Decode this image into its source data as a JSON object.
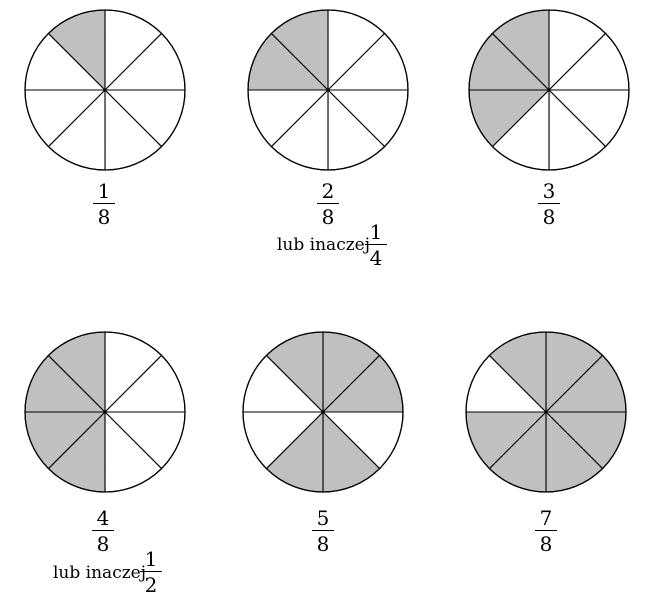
{
  "colors": {
    "shaded": "#c0c0c0",
    "unshaded": "#ffffff",
    "stroke": "#000000"
  },
  "circles": [
    {
      "id": "1-8",
      "slices": 8,
      "shaded_count": 1,
      "shaded_sectors": [
        7
      ],
      "fraction": {
        "numerator": "1",
        "denominator": "8"
      }
    },
    {
      "id": "2-8",
      "slices": 8,
      "shaded_count": 2,
      "shaded_sectors": [
        6,
        7
      ],
      "fraction": {
        "numerator": "2",
        "denominator": "8"
      },
      "alternative": {
        "text": "lub inaczej",
        "numerator": "1",
        "denominator": "4"
      }
    },
    {
      "id": "3-8",
      "slices": 8,
      "shaded_count": 3,
      "shaded_sectors": [
        5,
        6,
        7
      ],
      "fraction": {
        "numerator": "3",
        "denominator": "8"
      }
    },
    {
      "id": "4-8",
      "slices": 8,
      "shaded_count": 4,
      "shaded_sectors": [
        4,
        5,
        6,
        7
      ],
      "fraction": {
        "numerator": "4",
        "denominator": "8"
      },
      "alternative": {
        "text": "lub inaczej",
        "numerator": "1",
        "denominator": "2"
      }
    },
    {
      "id": "5-8",
      "slices": 8,
      "shaded_count": 5,
      "shaded_sectors": [
        0,
        1,
        3,
        4,
        7
      ],
      "fraction": {
        "numerator": "5",
        "denominator": "8"
      }
    },
    {
      "id": "7-8",
      "slices": 8,
      "shaded_count": 7,
      "shaded_sectors": [
        0,
        1,
        2,
        3,
        4,
        5,
        7
      ],
      "fraction": {
        "numerator": "7",
        "denominator": "8"
      }
    }
  ]
}
